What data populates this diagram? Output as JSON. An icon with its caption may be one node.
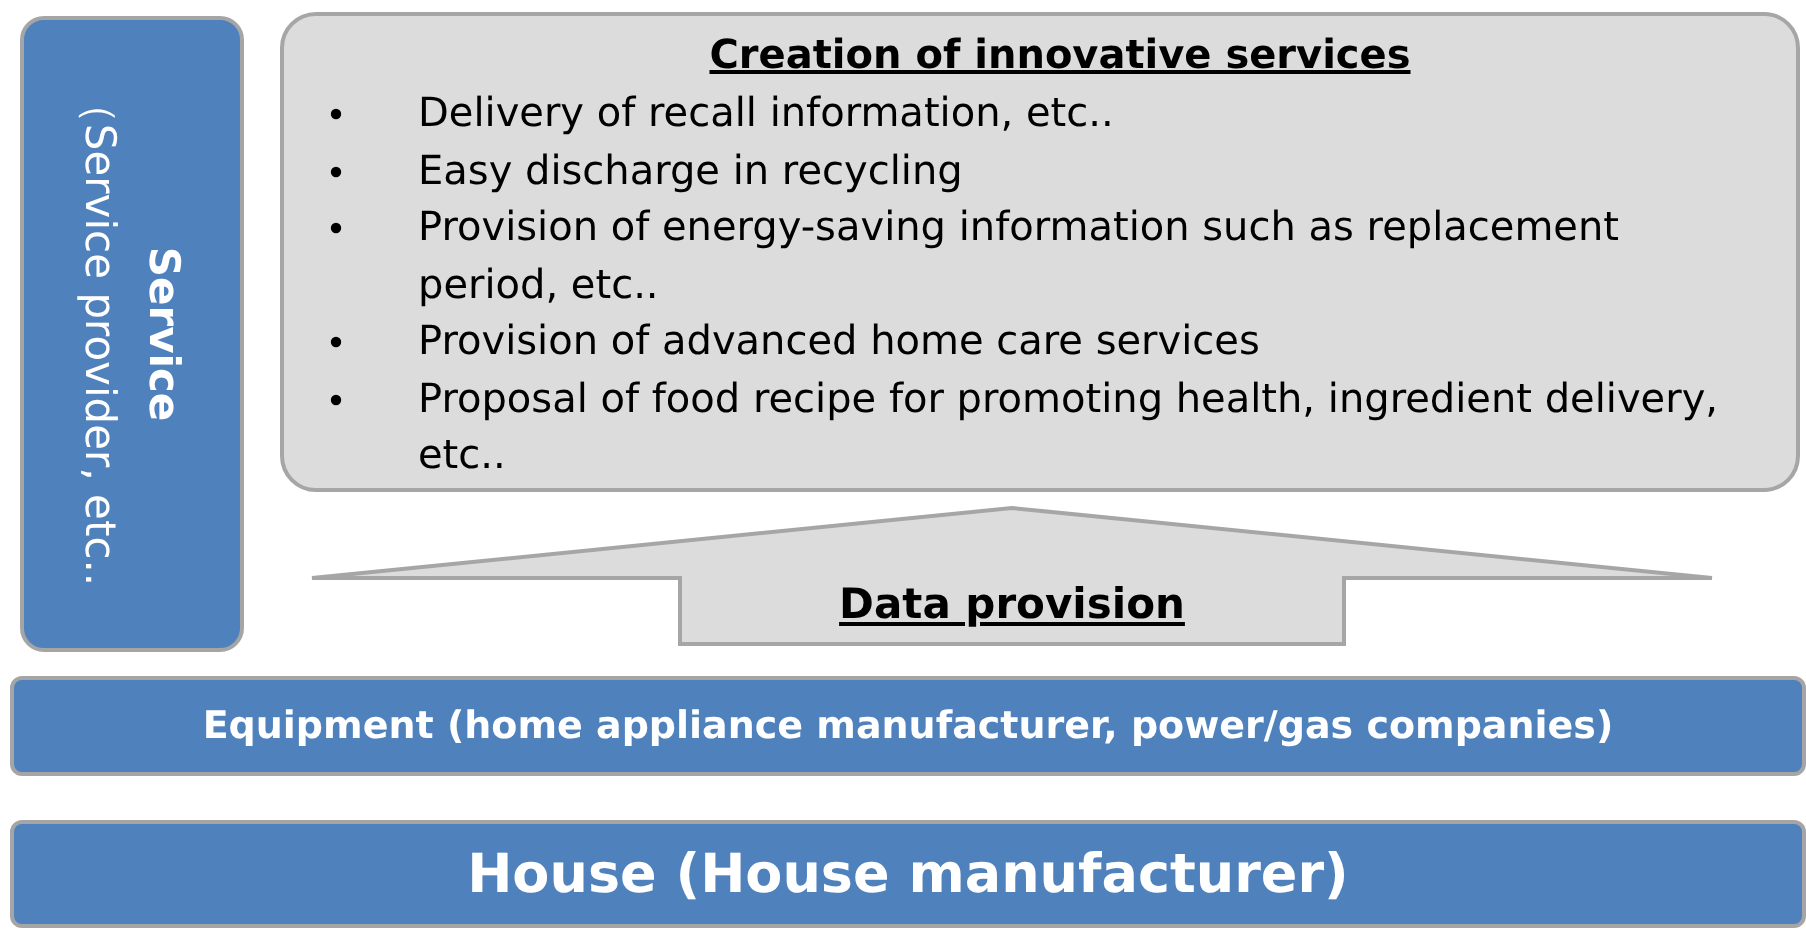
{
  "diagram": {
    "nodes": [
      {
        "text": [
          "Service",
          "（Service provider, etc.."
        ]
      },
      {
        "text": [
          "Creation of innovative services",
          "Delivery of recall information, etc..",
          "Easy discharge in recycling",
          "Provision of energy-saving information such as replacement period, etc..",
          "Provision of advanced home care services",
          "Proposal of food recipe for promoting health, ingredient delivery, etc.."
        ]
      },
      {
        "text": [
          "Equipment (home appliance manufacturer, power/gas companies)"
        ]
      },
      {
        "text": [
          "House (House manufacturer)"
        ]
      }
    ],
    "edges": [
      {
        "from": 2,
        "to": 1,
        "arrow": "to",
        "label": "Data provision"
      }
    ]
  }
}
